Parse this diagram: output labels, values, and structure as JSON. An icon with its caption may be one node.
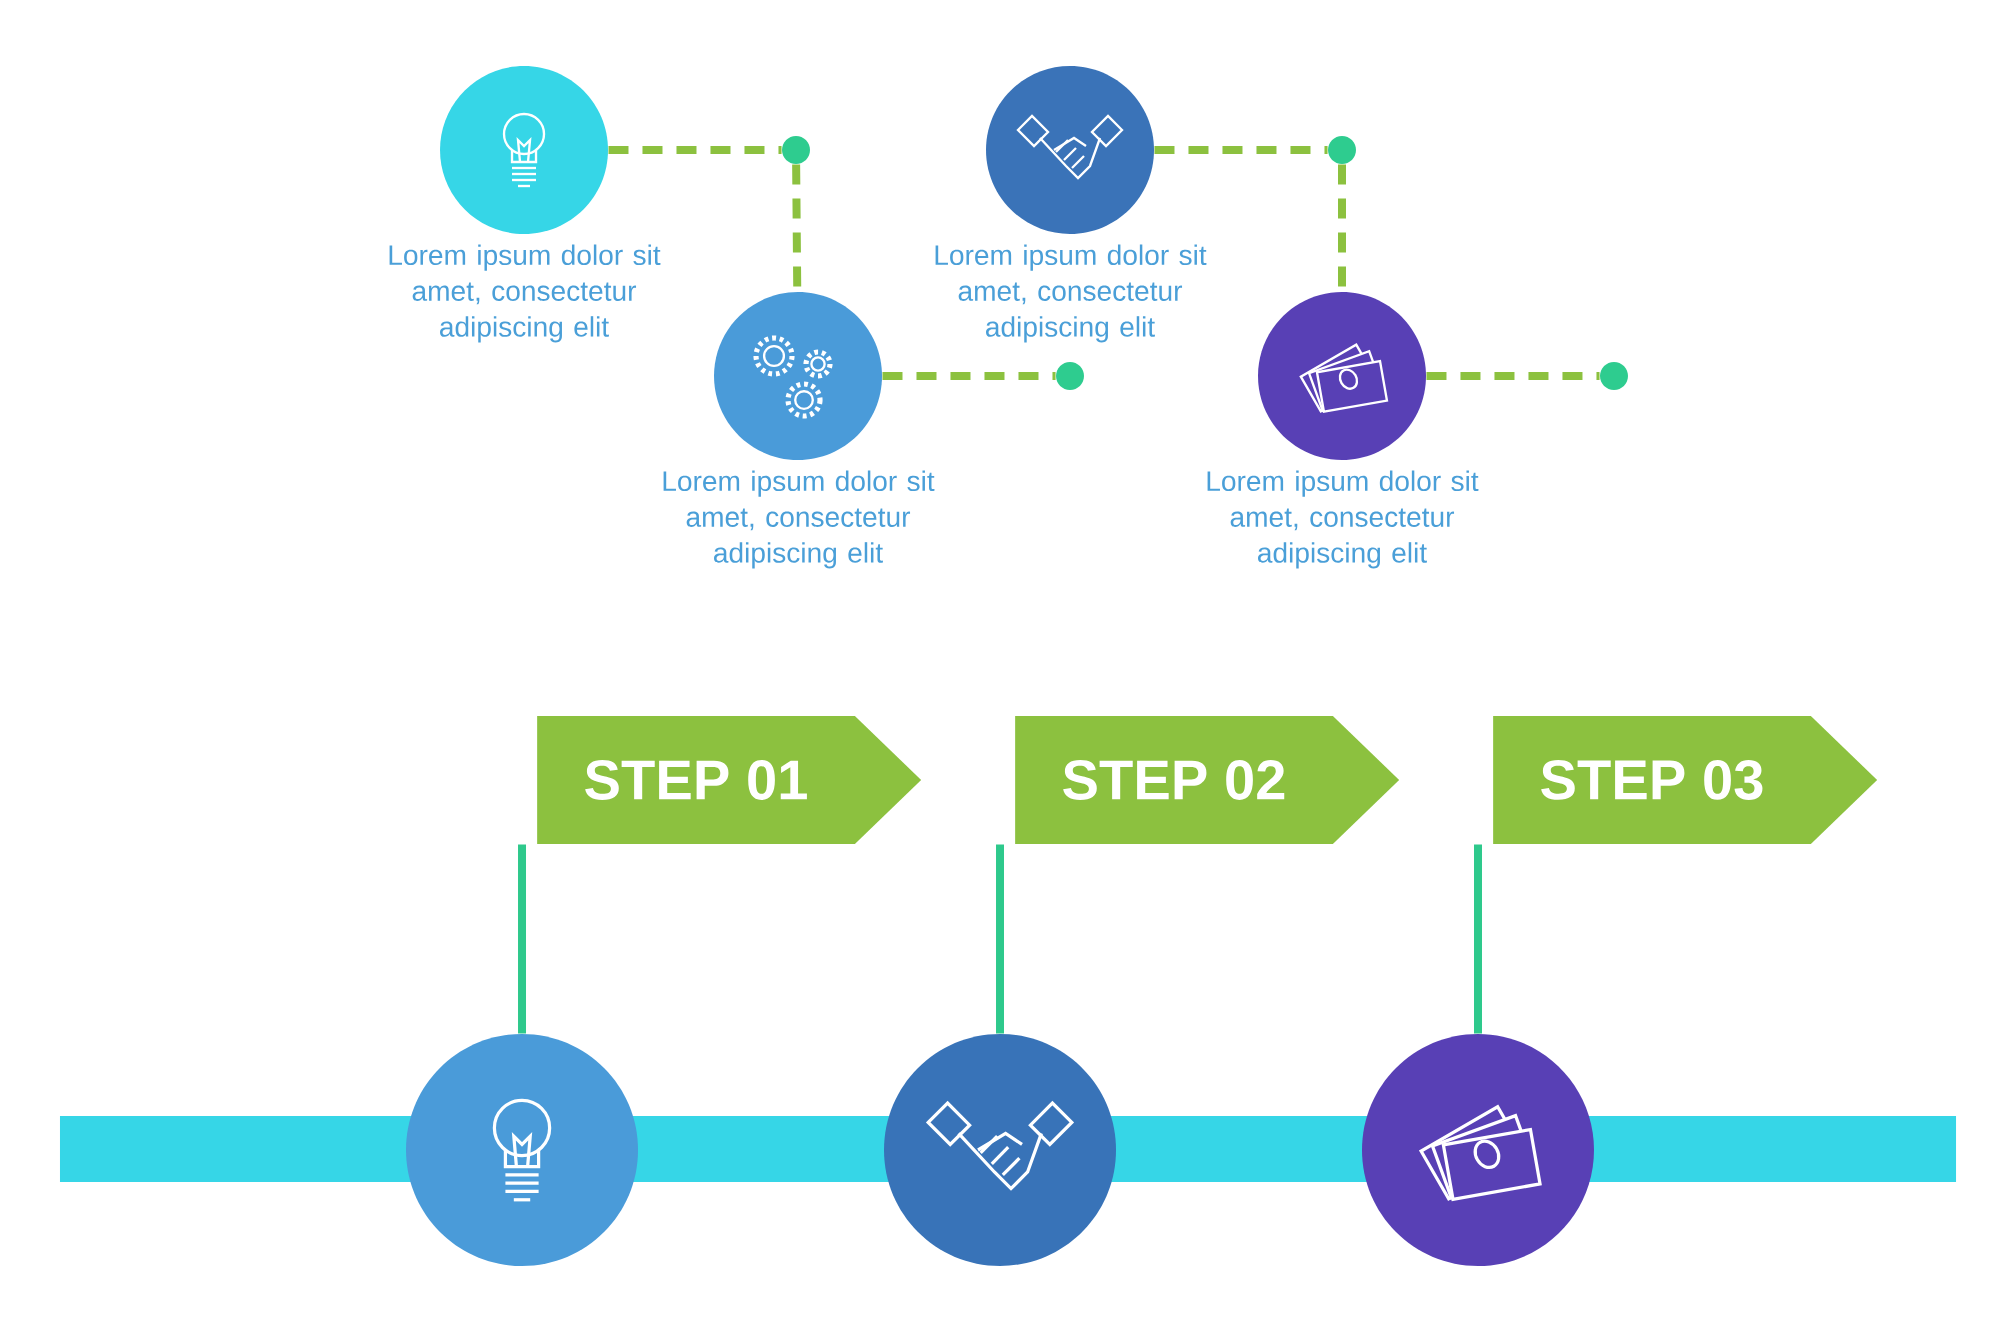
{
  "diagram": {
    "nodes": [
      {
        "text": [],
        "shape": "circle",
        "beside": [
          "Lorem ipsum dolor sit amet, consectetur adipiscing elit"
        ]
      },
      {
        "text": [],
        "shape": "circle"
      },
      {
        "text": [],
        "shape": "circle",
        "beside": [
          "Lorem ipsum dolor sit amet, consectetur adipiscing elit"
        ]
      },
      {
        "text": [],
        "shape": "circle"
      },
      {
        "text": [],
        "shape": "circle",
        "beside": [
          "Lorem ipsum dolor sit amet, consectetur adipiscing elit"
        ]
      },
      {
        "text": [],
        "shape": "circle"
      },
      {
        "text": [],
        "shape": "circle",
        "beside": [
          "Lorem ipsum dolor sit amet, consectetur adipiscing elit"
        ]
      },
      {
        "text": [],
        "shape": "circle"
      },
      {
        "text": [
          "STEP 01"
        ]
      },
      {
        "text": [
          "STEP 02"
        ]
      },
      {
        "text": [
          "STEP 03"
        ]
      },
      {
        "text": [],
        "shape": "circle"
      },
      {
        "text": [],
        "shape": "circle"
      },
      {
        "text": [],
        "shape": "circle"
      },
      {
        "text": [],
        "shape": "bar"
      }
    ],
    "edges": [
      {
        "from": 0,
        "to": 1,
        "arrow": "none",
        "style": "dashed"
      },
      {
        "from": 1,
        "to": 4,
        "arrow": "none",
        "style": "dashed"
      },
      {
        "from": 4,
        "to": 5,
        "arrow": "none",
        "style": "dashed"
      },
      {
        "from": 2,
        "to": 3,
        "arrow": "none",
        "style": "dashed"
      },
      {
        "from": 3,
        "to": 6,
        "arrow": "none",
        "style": "dashed"
      },
      {
        "from": 6,
        "to": 7,
        "arrow": "none",
        "style": "dashed"
      },
      {
        "from": 8,
        "to": 11,
        "arrow": "none",
        "color": "#2ec98c"
      },
      {
        "from": 9,
        "to": 12,
        "arrow": "none",
        "color": "#2ec98c"
      },
      {
        "from": 10,
        "to": 13,
        "arrow": "none",
        "color": "#2ec98c"
      }
    ]
  }
}
